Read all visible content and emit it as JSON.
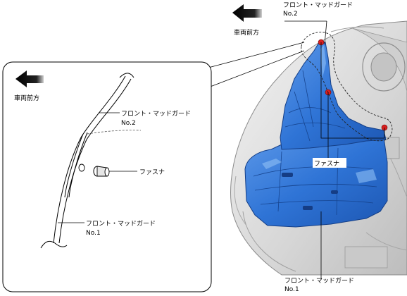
{
  "labels": {
    "direction_main": "車両前方",
    "direction_detail": "車両前方",
    "fmg2_main_l1": "フロント・マッドガード",
    "fmg2_main_l2": "No.2",
    "fmg1_main_l1": "フロント・マッドガード",
    "fmg1_main_l2": "No.1",
    "fastener_main": "ファスナ",
    "fmg2_detail_l1": "フロント・マッドガード",
    "fmg2_detail_l2": "No.2",
    "fmg1_detail_l1": "フロント・マッドガード",
    "fmg1_detail_l2": "No.1",
    "fastener_detail": "ファスナ"
  },
  "colors": {
    "part_blue": "#2f74d6",
    "part_blue_dark": "#1c4fa8",
    "fastener_red": "#d81f1f",
    "body_gray": "#d9d9d9"
  },
  "icons": {
    "direction_arrow": "left-arrow-icon"
  }
}
